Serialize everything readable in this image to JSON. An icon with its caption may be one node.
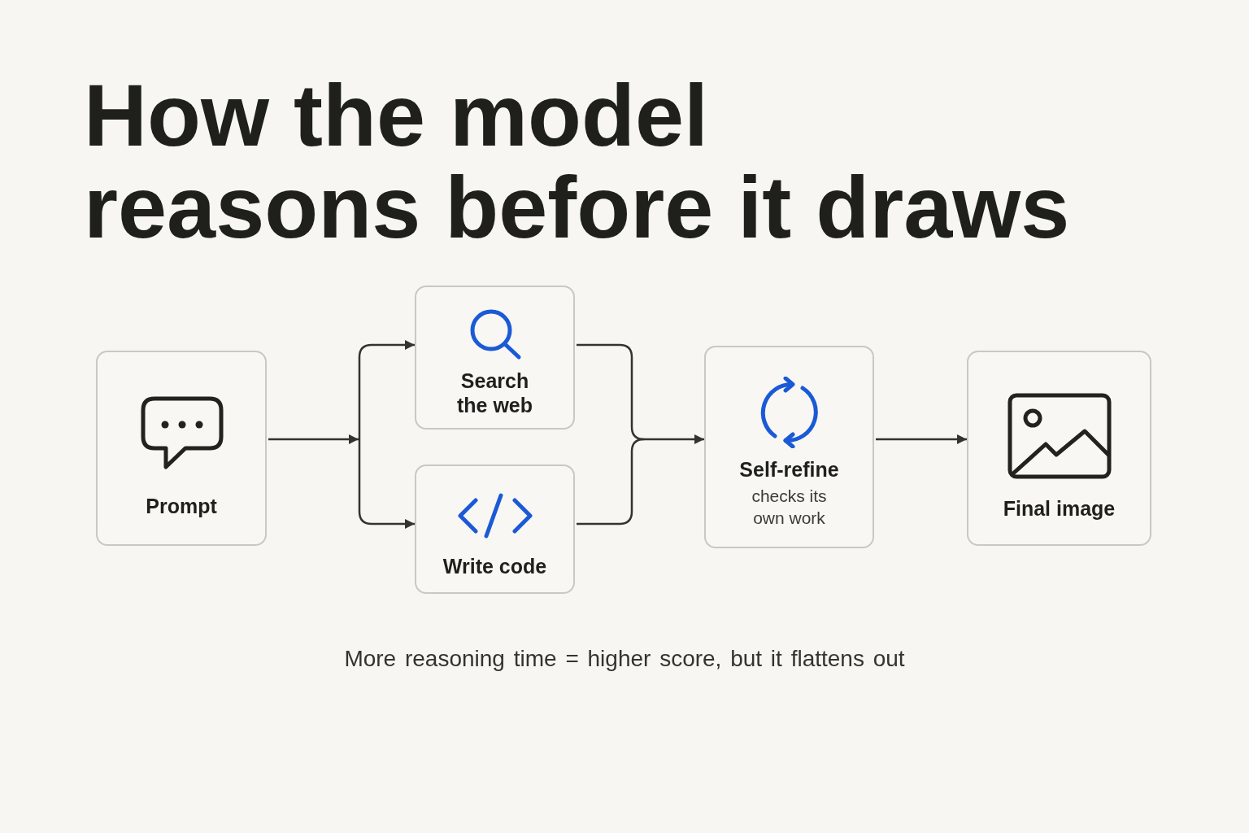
{
  "diagram": {
    "title": "How the model reasons before it draws",
    "nodes": [
      {
        "text": [
          "Prompt"
        ]
      },
      {
        "text": [
          "Search the web"
        ]
      },
      {
        "text": [
          "Write code"
        ]
      },
      {
        "text": [
          "Self-refine",
          "checks its own work"
        ]
      },
      {
        "text": [
          "Final image"
        ]
      }
    ],
    "edges": [
      {
        "from": 0,
        "to": 1,
        "arrow": "to"
      },
      {
        "from": 0,
        "to": 2,
        "arrow": "to"
      },
      {
        "from": 1,
        "to": 3,
        "arrow": "to"
      },
      {
        "from": 2,
        "to": 3,
        "arrow": "to"
      },
      {
        "from": 3,
        "to": 4,
        "arrow": "to"
      }
    ],
    "labels": [
      "More reasoning time = higher score, but it flattens out"
    ]
  }
}
